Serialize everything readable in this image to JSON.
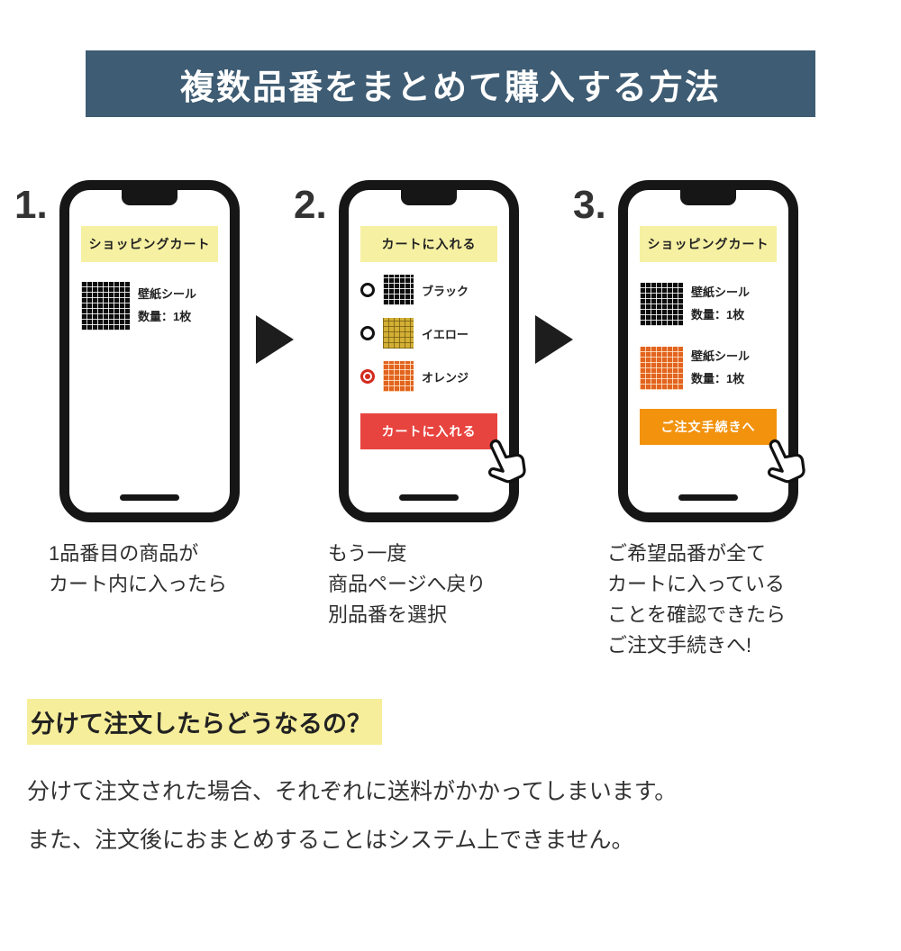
{
  "header": {
    "title": "複数品番をまとめて購入する方法"
  },
  "steps": [
    {
      "number": "1.",
      "phone": {
        "banner": "ショッピングカート",
        "items": [
          {
            "swatch": "black",
            "lines": [
              "壁紙シール",
              "数量：1枚"
            ]
          }
        ]
      },
      "caption": "1品番目の商品が\nカート内に入ったら"
    },
    {
      "number": "2.",
      "phone": {
        "banner": "カートに入れる",
        "options": [
          {
            "selected": false,
            "swatch": "black",
            "label": "ブラック"
          },
          {
            "selected": false,
            "swatch": "yellow",
            "label": "イエロー"
          },
          {
            "selected": true,
            "swatch": "orange",
            "label": "オレンジ"
          }
        ],
        "button": {
          "label": "カートに入れる",
          "color": "#E8443F"
        }
      },
      "caption": "もう一度\n商品ページへ戻り\n別品番を選択"
    },
    {
      "number": "3.",
      "phone": {
        "banner": "ショッピングカート",
        "items": [
          {
            "swatch": "black",
            "lines": [
              "壁紙シール",
              "数量：1枚"
            ]
          },
          {
            "swatch": "orange",
            "lines": [
              "壁紙シール",
              "数量：1枚"
            ]
          }
        ],
        "button": {
          "label": "ご注文手続きへ",
          "color": "#F2920D"
        }
      },
      "caption": "ご希望品番が全て\nカートに入っている\nことを確認できたら\nご注文手続きへ!"
    }
  ],
  "footer": {
    "heading": "分けて注文したらどうなるの？",
    "body": [
      "分けて注文された場合、それぞれに送料がかかってしまいます。",
      "また、注文後におまとめすることはシステム上できません。"
    ]
  },
  "colors": {
    "header_bg": "#3E5C73",
    "phone_banner_bg": "#F6F0A2",
    "add_to_cart_red": "#E8443F",
    "checkout_orange": "#F2920D",
    "highlight_yellow": "#F6EE9B",
    "radio_selected": "#D42B1E",
    "swatch_black": "#0D0D0D",
    "swatch_yellow": "#D3AF35",
    "swatch_orange": "#E2641F"
  }
}
